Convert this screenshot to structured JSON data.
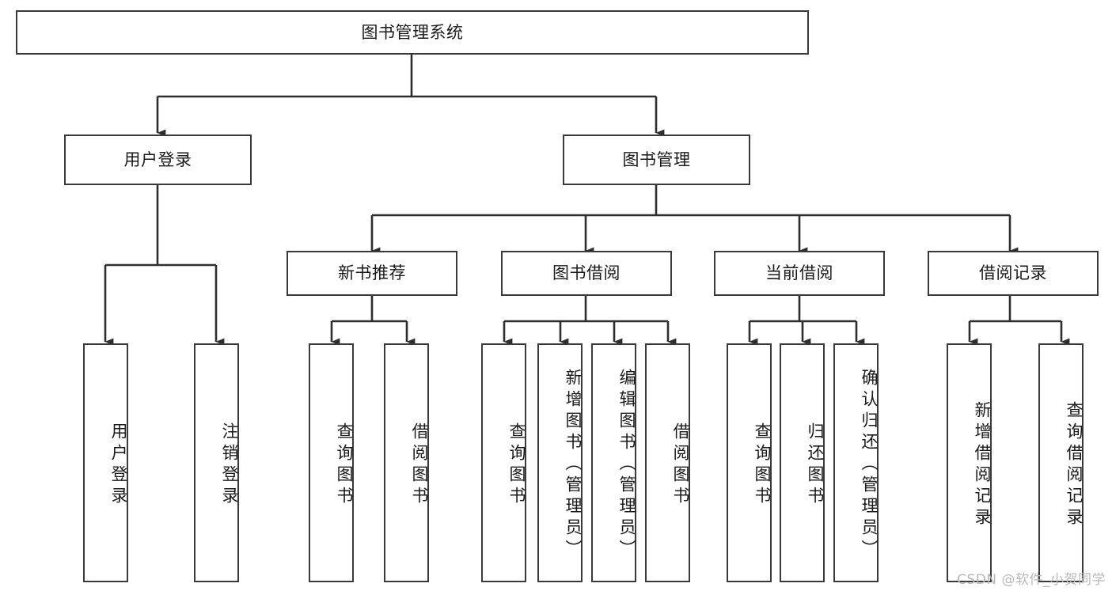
{
  "diagram": {
    "type": "tree-hierarchy",
    "title": "图书管理系统",
    "watermark": "CSDN @软件_小贺同学",
    "colors": {
      "stroke": "#3a3a3a",
      "background": "#ffffff",
      "text": "#1a1a1a",
      "watermark": "#b9b9b9"
    },
    "root": {
      "label": "图书管理系统"
    },
    "level2": [
      {
        "label": "用户登录"
      },
      {
        "label": "图书管理"
      }
    ],
    "level3": [
      {
        "label": "新书推荐"
      },
      {
        "label": "图书借阅"
      },
      {
        "label": "当前借阅"
      },
      {
        "label": "借阅记录"
      }
    ],
    "leaves": {
      "user_login": [
        {
          "label": "用户登录"
        },
        {
          "label": "注销登录"
        }
      ],
      "new_book_recommend": [
        {
          "label": "查询图书"
        },
        {
          "label": "借阅图书"
        }
      ],
      "book_borrow": [
        {
          "label": "查询图书"
        },
        {
          "label": "新增图书（管理员）"
        },
        {
          "label": "编辑图书（管理员）"
        },
        {
          "label": "借阅图书"
        }
      ],
      "current_borrow": [
        {
          "label": "查询图书"
        },
        {
          "label": "归还图书"
        },
        {
          "label": "确认归还（管理员）"
        }
      ],
      "borrow_record": [
        {
          "label": "新增借阅记录"
        },
        {
          "label": "查询借阅记录"
        }
      ]
    }
  }
}
